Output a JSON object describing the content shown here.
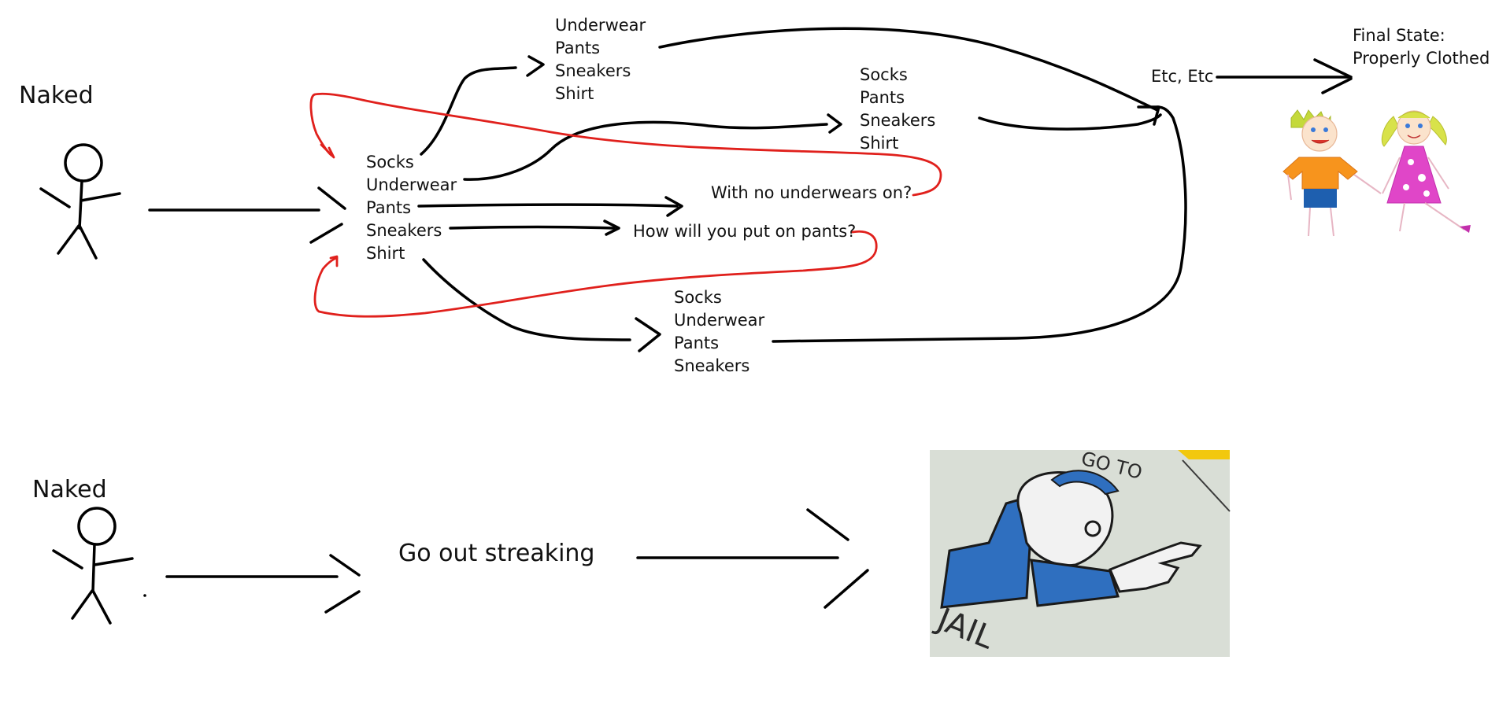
{
  "top_flow": {
    "start_label": "Naked",
    "base_items": [
      "Socks",
      "Underwear",
      "Pants",
      "Sneakers",
      "Shirt"
    ],
    "branch_a": [
      "Underwear",
      "Pants",
      "Sneakers",
      "Shirt"
    ],
    "branch_b": [
      "Socks",
      "Pants",
      "Sneakers",
      "Shirt"
    ],
    "branch_c": [
      "Socks",
      "Underwear",
      "Pants",
      "Sneakers"
    ],
    "question_1": "With no underwears on?",
    "question_2": "How will you put on pants?",
    "etc_label": "Etc, Etc",
    "final_line_1": "Final State:",
    "final_line_2": "Properly Clothed"
  },
  "bottom_flow": {
    "start_label": "Naked",
    "action_label": "Go out streaking",
    "jail_top": "GO TO",
    "jail_bottom": "JAIL"
  },
  "colors": {
    "ink": "#000000",
    "red_loop": "#e0201c",
    "boy_shirt": "#f7941d",
    "girl_dress": "#e046c8",
    "jail_blue": "#2f6fbf",
    "jail_board": "#d9ded6"
  },
  "icons": [
    "stick-figure-icon",
    "children-clipart-icon",
    "go-to-jail-icon"
  ]
}
